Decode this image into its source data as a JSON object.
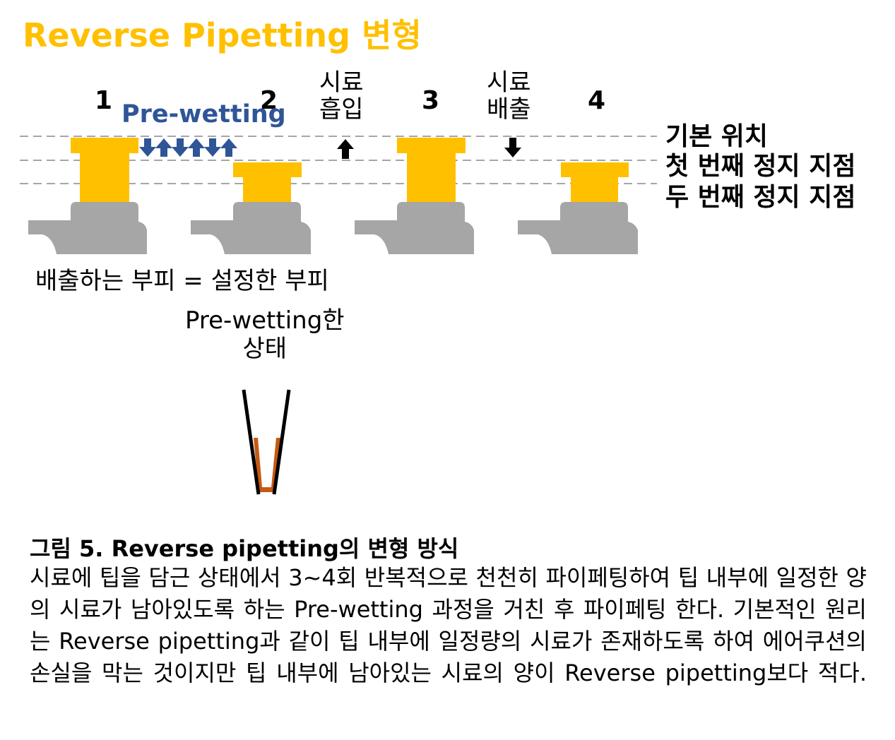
{
  "title": "Reverse Pipetting 변형",
  "steps": [
    "1",
    "2",
    "3",
    "4"
  ],
  "prewetting_label": "Pre-wetting",
  "actions": {
    "aspirate": [
      "시료",
      "흡입"
    ],
    "dispense": [
      "시료",
      "배출"
    ]
  },
  "positions": [
    "기본 위치",
    "첫 번째 정지 지점",
    "두 번째 정지 지점"
  ],
  "caption_volume": "배출하는 부피 = 설정한 부피",
  "caption_state": [
    "Pre-wetting한",
    "상태"
  ],
  "figure": {
    "title": "그림 5. Reverse pipetting의 변형 방식",
    "body": "시료에 팁을 담근 상태에서 3~4회 반복적으로 천천히 파이페팅하여 팁 내부에 일정한 양의 시료가 남아있도록 하는 Pre-wetting 과정을 거친 후 파이페팅 한다. 기본적인 원리는 Reverse pipetting과 같이 팁 내부에 일정량의 시료가 존재하도록 하여 에어쿠션의 손실을 막는 것이지만 팁 내부에 남아있는 시료의 양이 Reverse pipetting보다 적다."
  },
  "colors": {
    "title": "#FFC000",
    "plunger": "#FFC000",
    "pipette_body": "#A6A6A6",
    "prewetting": "#2F5597",
    "liquid": "#C55A11",
    "dashed_line": "#A6A6A6"
  },
  "icons": [
    "up-arrow-icon",
    "down-arrow-icon",
    "pipette-tip-icon"
  ]
}
